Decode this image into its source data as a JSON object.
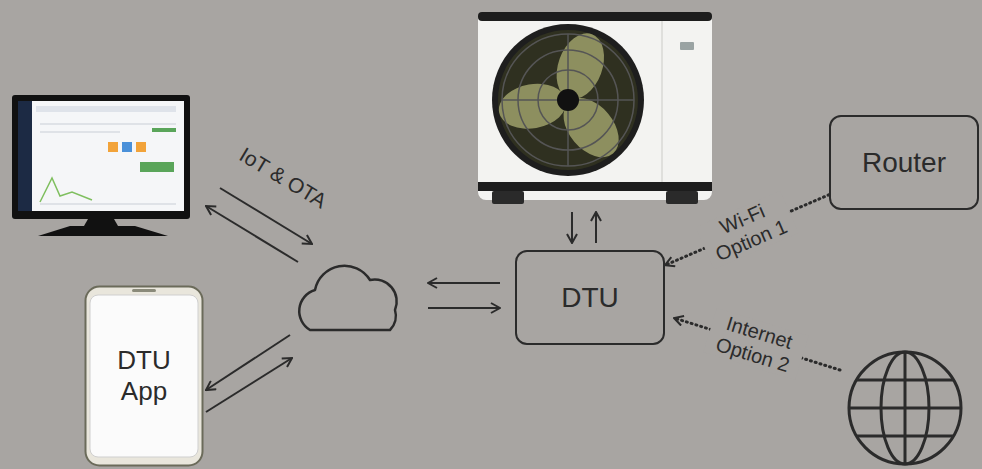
{
  "diagram": {
    "nodes": [
      {
        "text": [
          "Router"
        ]
      },
      {
        "text": [
          "DTU"
        ]
      },
      {
        "text": [
          "DTU App"
        ]
      }
    ],
    "edges": [
      {
        "from": 0,
        "to": 1,
        "arrow": "to",
        "label": "Wi-Fi Option 1"
      }
    ],
    "labels": [
      "IoT & OTA",
      "Internet Option 2"
    ]
  }
}
